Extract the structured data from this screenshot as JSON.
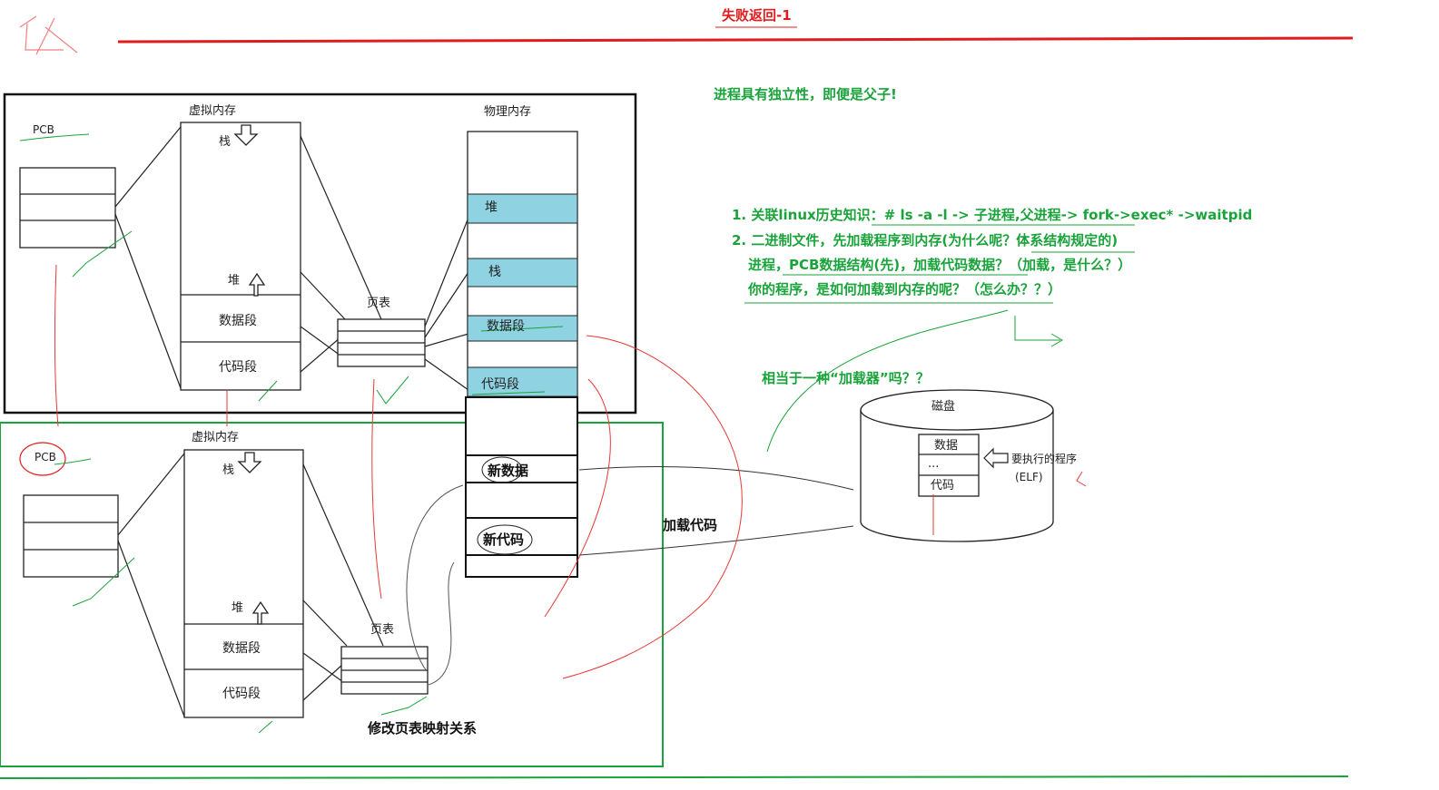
{
  "top_note": "失败返回-1",
  "notes": {
    "independence": "进程具有独立性，即便是父子!",
    "line1": "1. 关联linux历史知识：# ls -a -l -> 子进程,父进程-> fork->exec* ->waitpid",
    "line2": "2. 二进制文件，先加载程序到内存(为什么呢？体系结构规定的)",
    "line3": "进程，PCB数据结构(先)，加载代码数据？（加载，是什么？）",
    "line4": "你的程序，是如何加载到内存的呢？（怎么办？？）",
    "loader": "相当于一种“加载器”吗？？"
  },
  "top_process": {
    "pcb": "PCB",
    "virtual_memory": "虚拟内存",
    "stack": "栈",
    "heap": "堆",
    "data_segment": "数据段",
    "code_segment": "代码段",
    "page_table": "页表"
  },
  "physical_memory": {
    "title": "物理内存",
    "heap": "堆",
    "stack": "栈",
    "data_segment": "数据段",
    "code_segment": "代码段",
    "new_data": "新数据",
    "new_code": "新代码"
  },
  "bottom_process": {
    "pcb": "PCB",
    "virtual_memory": "虚拟内存",
    "stack": "栈",
    "heap": "堆",
    "data_segment": "数据段",
    "code_segment": "代码段",
    "page_table": "页表"
  },
  "disk": {
    "title": "磁盘",
    "data": "数据",
    "ellipsis": "...",
    "code": "代码",
    "program": "要执行的程序",
    "elf": "(ELF)"
  },
  "load_code": "加载代码",
  "modify_page_table": "修改页表映射关系",
  "colors": {
    "red": "#e11c1c",
    "green": "#1aa33a",
    "cyan": "#8fd3e3",
    "black": "#111111"
  }
}
